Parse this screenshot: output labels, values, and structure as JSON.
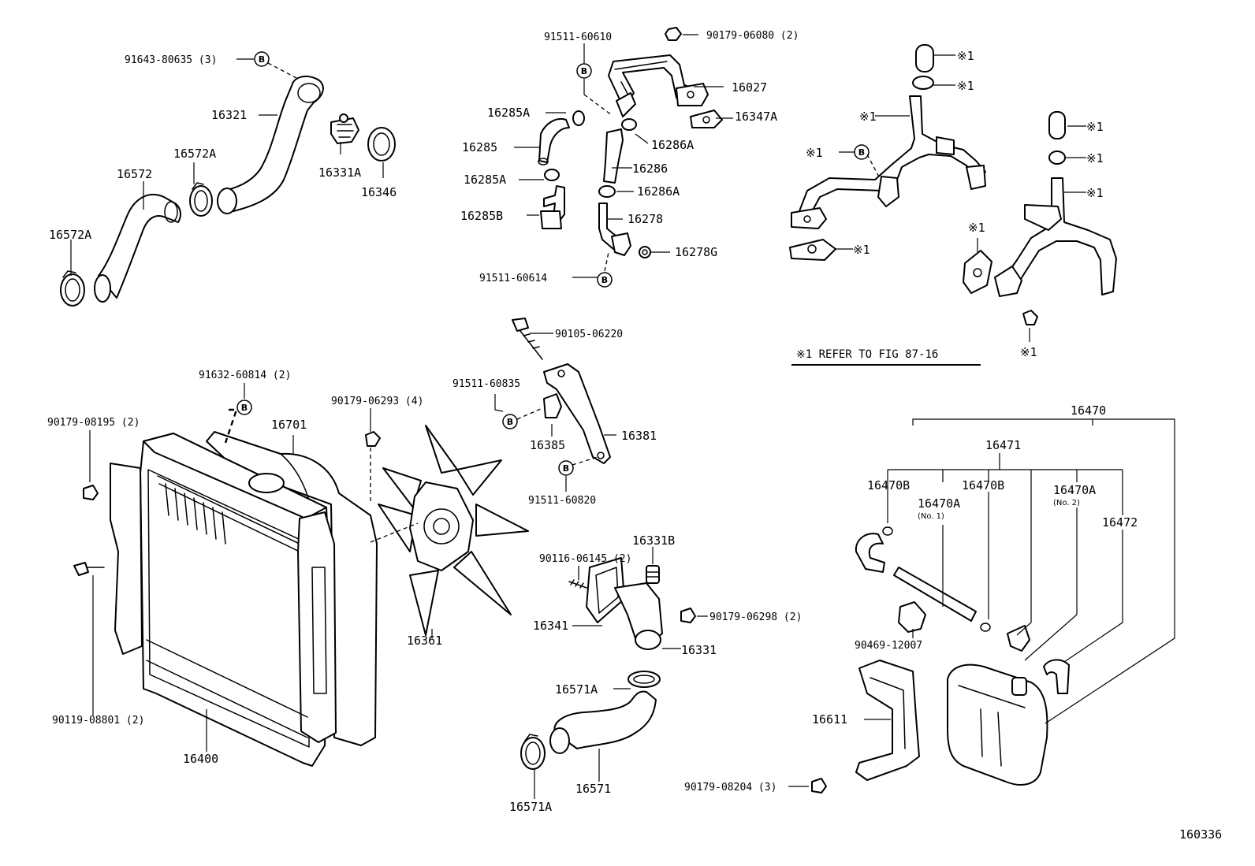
{
  "labels": {
    "p91643": "91643-80635 (3)",
    "p16321": "16321",
    "p16572A_top": "16572A",
    "p16572": "16572",
    "p16331A": "16331A",
    "p16346": "16346",
    "p16572A_left": "16572A",
    "p91511_60610": "91511-60610",
    "p90179_06080": "90179-06080 (2)",
    "p16027": "16027",
    "p16347A": "16347A",
    "p16285A_1": "16285A",
    "p16285": "16285",
    "p16286A_1": "16286A",
    "p16286": "16286",
    "p16285A_2": "16285A",
    "p16286A_2": "16286A",
    "p16285B": "16285B",
    "p16278": "16278",
    "p16278G": "16278G",
    "p91511_60614": "91511-60614",
    "r1": "※1",
    "ref_note": "※1 REFER TO FIG 87-16",
    "p90105": "90105-06220",
    "p91632": "91632-60814 (2)",
    "p90179_08195": "90179-08195 (2)",
    "p16701": "16701",
    "p90179_06293": "90179-06293 (4)",
    "p91511_60835": "91511-60835",
    "p16385": "16385",
    "p16381": "16381",
    "p91511_60820": "91511-60820",
    "p16470": "16470",
    "p16471": "16471",
    "p16470B": "16470B",
    "p16470A": "16470A",
    "no1": "(No. 1)",
    "no2": "(No. 2)",
    "p16472": "16472",
    "p16331B": "16331B",
    "p90116": "90116-06145 (2)",
    "p16341": "16341",
    "p90179_06298": "90179-06298 (2)",
    "p16331": "16331",
    "p16361": "16361",
    "p90469": "90469-12007",
    "p16571A": "16571A",
    "p16611": "16611",
    "p90119": "90119-08801 (2)",
    "p16400": "16400",
    "p16571": "16571",
    "p90179_08204": "90179-08204 (3)",
    "figure_no": "160336",
    "bolt_mark": "B"
  }
}
